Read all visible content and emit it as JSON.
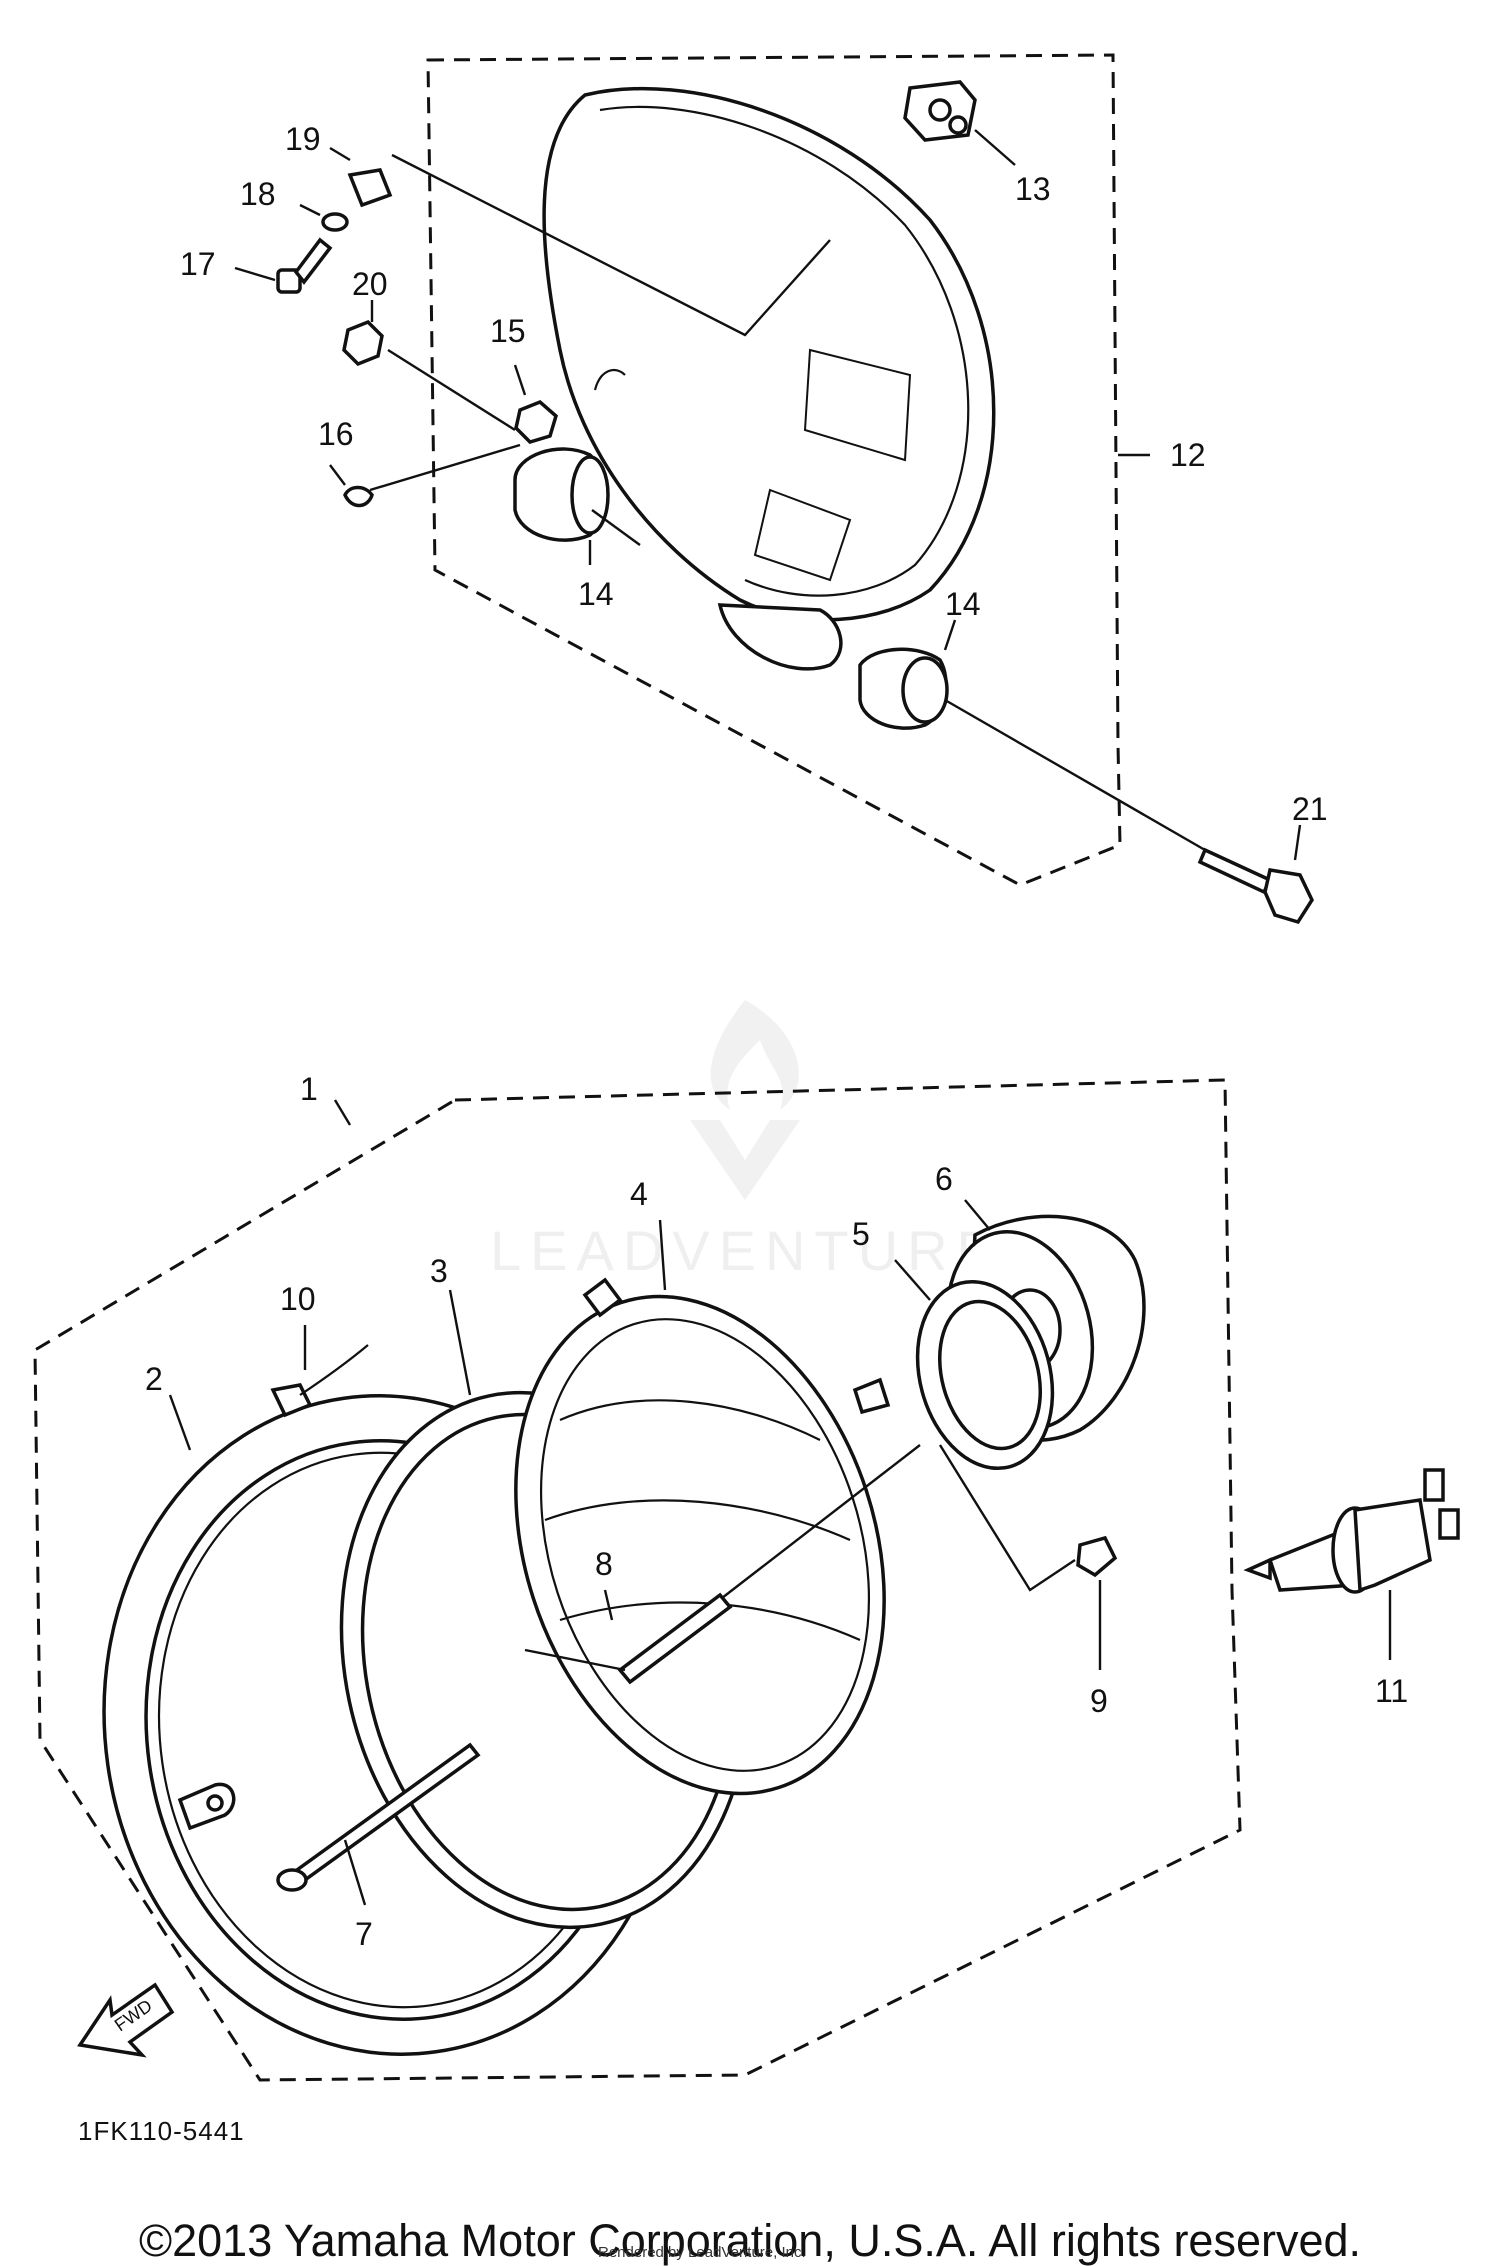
{
  "callouts": {
    "c1": "1",
    "c2": "2",
    "c3": "3",
    "c4": "4",
    "c5": "5",
    "c6": "6",
    "c7": "7",
    "c8": "8",
    "c9": "9",
    "c10": "10",
    "c11": "11",
    "c12": "12",
    "c13": "13",
    "c14a": "14",
    "c14b": "14",
    "c15": "15",
    "c16": "16",
    "c17": "17",
    "c18": "18",
    "c19": "19",
    "c20": "20",
    "c21": "21"
  },
  "fwd_label": "FWD",
  "diagram_code": "1FK110-5441",
  "watermark": "LEADVENTURE",
  "copyright": "©2013 Yamaha Motor Corporation, U.S.A. All rights reserved.",
  "rendered_by": "Rendered by LeadVenture, Inc."
}
